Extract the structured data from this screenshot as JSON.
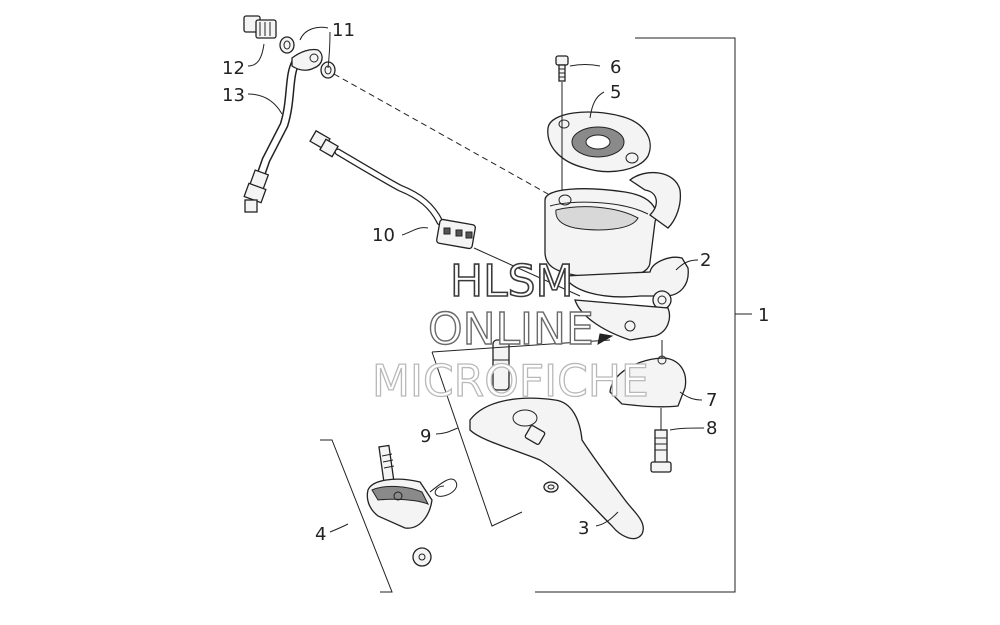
{
  "labels": {
    "l1": "1",
    "l2": "2",
    "l3": "3",
    "l4": "4",
    "l5": "5",
    "l6": "6",
    "l7": "7",
    "l8": "8",
    "l9": "9",
    "l10": "10",
    "l11": "11",
    "l12": "12",
    "l13": "13"
  },
  "watermark": {
    "line1": "HLSM",
    "line2": "ONLINE",
    "line3": "MICROFICHE"
  }
}
